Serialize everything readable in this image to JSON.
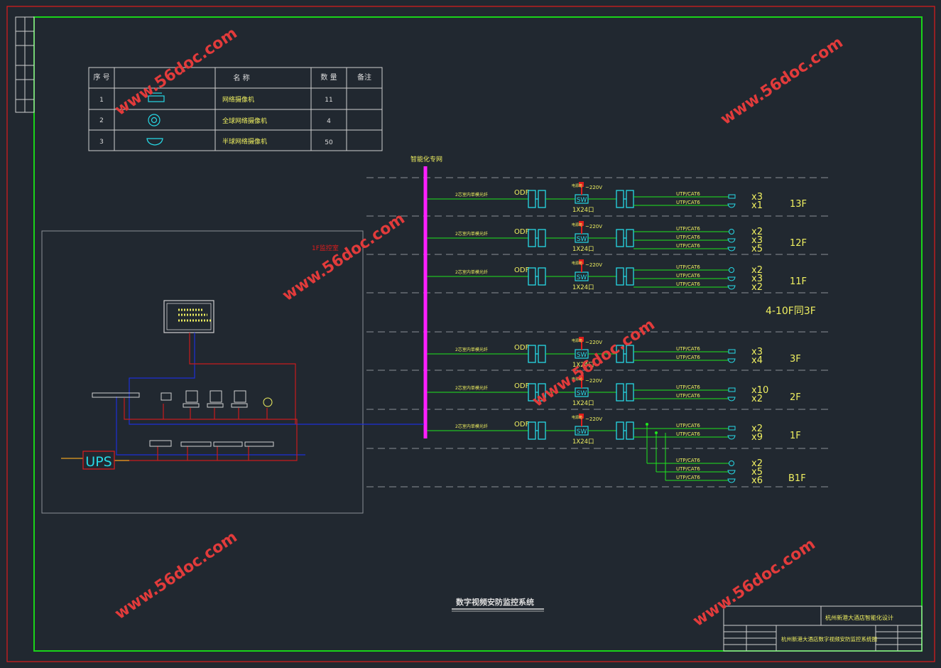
{
  "legend": {
    "headers": [
      "序 号",
      "名  称",
      "数 量",
      "备注"
    ],
    "rows": [
      {
        "no": "1",
        "name": "网络摄像机",
        "qty": "11"
      },
      {
        "no": "2",
        "name": "全球网络摄像机",
        "qty": "4"
      },
      {
        "no": "3",
        "name": "半球网络摄像机",
        "qty": "50"
      }
    ]
  },
  "backbone_label": "智能化专网",
  "floor_note": "4-10F同3F",
  "room_label": "1F监控室",
  "ups_label": "UPS",
  "title": "数字视频安防监控系统",
  "row_labels": {
    "fiber": "2芯室内单模光纤",
    "odf": "ODF",
    "power": "~220V",
    "sw": "SW",
    "ports": "1X24口",
    "cable": "UTP/CAT6",
    "elec": "电源箱"
  },
  "floors": [
    {
      "floor": "13F",
      "counts": [
        "x3",
        "x1"
      ]
    },
    {
      "floor": "12F",
      "counts": [
        "x2",
        "x3",
        "x5"
      ]
    },
    {
      "floor": "11F",
      "counts": [
        "x2",
        "x3",
        "x2"
      ]
    },
    {
      "floor": "3F",
      "counts": [
        "x3",
        "x4"
      ]
    },
    {
      "floor": "2F",
      "counts": [
        "x10",
        "x2"
      ]
    },
    {
      "floor": "1F",
      "counts": [
        "x2",
        "x9"
      ]
    },
    {
      "floor": "B1F",
      "counts": [
        "x2",
        "x5",
        "x6"
      ]
    }
  ],
  "title_block": {
    "project": "杭州新港大酒店智能化设计",
    "drawing": "杭州新港大酒店数字视频安防监控系统图"
  },
  "watermark": "www.56doc.com",
  "colors": {
    "background": "#212830",
    "frame": "#19d419",
    "backbone": "#ff1fff",
    "fiber": "#1ee61e",
    "device": "#27d9e6",
    "label": "#f0f060",
    "network": "#1c2fd6",
    "power": "#e01c1c",
    "watermark": "#e23b3b"
  }
}
